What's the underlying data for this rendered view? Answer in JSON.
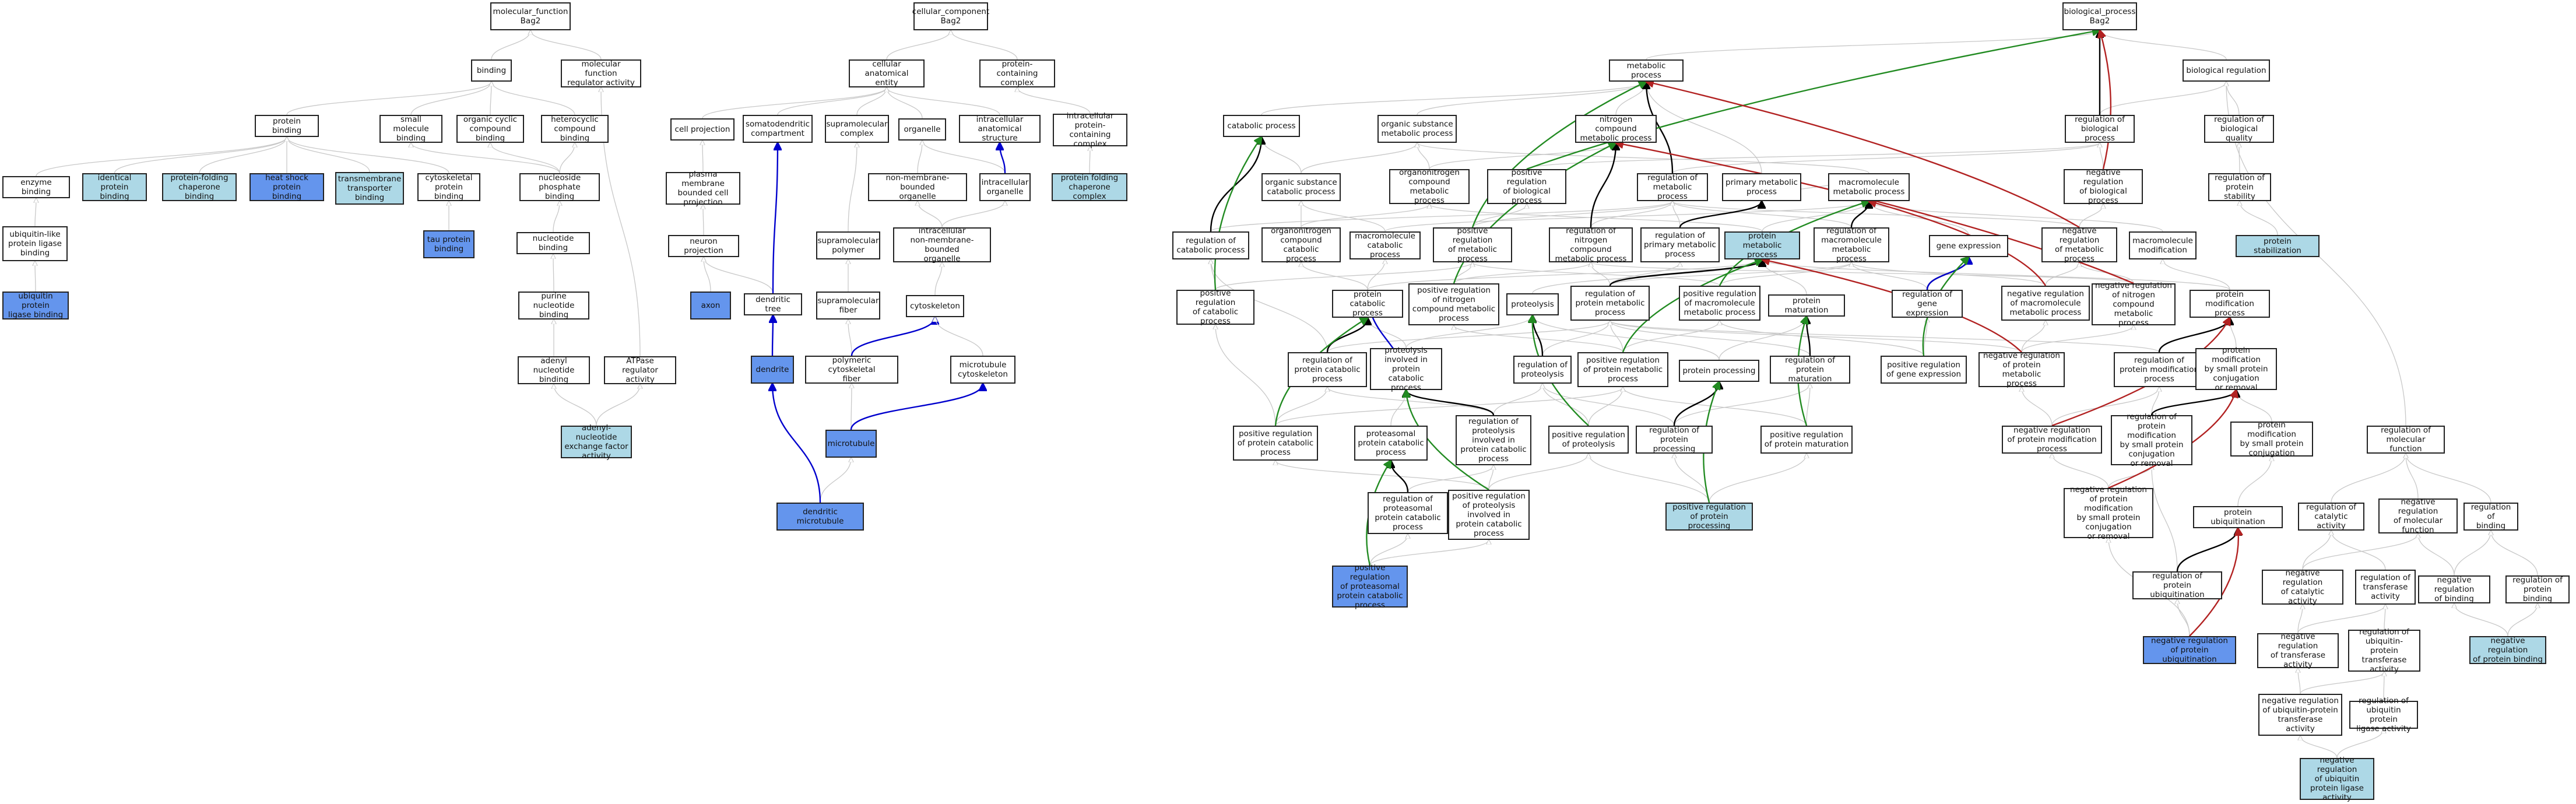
{
  "colors": {
    "light": "#add8e6",
    "blue": "#6495ed",
    "edge_gray": "#c8c8c8",
    "edge_black": "#000000",
    "edge_blue": "#0000cd",
    "edge_green": "#228b22",
    "edge_red": "#b22222"
  },
  "nodes": {
    "mf_root": "molecular_function\nBag2",
    "binding": "binding",
    "mf_reg": "molecular function\nregulator activity",
    "protein_binding": "protein binding",
    "small_mol": "small molecule\nbinding",
    "org_cyclic": "organic cyclic\ncompound binding",
    "heterocyclic": "heterocyclic\ncompound binding",
    "enzyme_binding": "enzyme binding",
    "identical": "identical protein\nbinding",
    "folding_chap": "protein-folding\nchaperone binding",
    "heat_shock": "heat shock protein\nbinding",
    "transmembrane": "transmembrane\ntransporter\nbinding",
    "cyto_prot": "cytoskeletal\nprotein binding",
    "nucleoside_p": "nucleoside phosphate\nbinding",
    "ubl": "ubiquitin-like\nprotein ligase\nbinding",
    "tau": "tau protein\nbinding",
    "nucleotide": "nucleotide binding",
    "ub_ligase": "ubiquitin protein\nligase binding",
    "purine": "purine nucleotide\nbinding",
    "adenyl": "adenyl nucleotide\nbinding",
    "atpase_reg": "ATPase regulator\nactivity",
    "adenyl_gef": "adenyl-nucleotide\nexchange factor\nactivity",
    "cc_root": "cellular_component\nBag2",
    "cae": "cellular anatomical\nentity",
    "prot_complex": "protein-containing\ncomplex",
    "cell_proj": "cell projection",
    "somatodendritic": "somatodendritic\ncompartment",
    "supramol_complex": "supramolecular\ncomplex",
    "organelle": "organelle",
    "ic_anat": "intracellular\nanatomical structure",
    "ic_prot_complex": "intracellular\nprotein-containing\ncomplex",
    "plasma_mem": "plasma membrane\nbounded cell\nprojection",
    "non_mem_org": "non-membrane-bounded\norganelle",
    "ic_organelle": "intracellular\norganelle",
    "chap_complex": "protein folding\nchaperone complex",
    "neuron_proj": "neuron projection",
    "supramol_polymer": "supramolecular\npolymer",
    "ic_non_mem": "intracellular\nnon-membrane-bounded\norganelle",
    "axon": "axon",
    "dendritic_tree": "dendritic tree",
    "supramol_fiber": "supramolecular\nfiber",
    "cytoskeleton": "cytoskeleton",
    "dendrite": "dendrite",
    "poly_cyto_fiber": "polymeric cytoskeletal\nfiber",
    "mt_cyto": "microtubule\ncytoskeleton",
    "microtubule": "microtubule",
    "dendritic_mt": "dendritic microtubule",
    "bp_root": "biological_process\nBag2",
    "metabolic": "metabolic process",
    "bio_reg": "biological regulation",
    "catabolic": "catabolic process",
    "org_sub_met": "organic substance\nmetabolic process",
    "nitrogen_met": "nitrogen compound\nmetabolic process",
    "reg_bio_proc": "regulation of\nbiological process",
    "reg_bio_quality": "regulation of\nbiological quality",
    "org_sub_cat": "organic substance\ncatabolic process",
    "organonitrogen_met": "organonitrogen\ncompound metabolic\nprocess",
    "pos_reg_bio": "positive regulation\nof biological\nprocess",
    "reg_met": "regulation of\nmetabolic process",
    "primary_met": "primary metabolic\nprocess",
    "macromol_met": "macromolecule\nmetabolic process",
    "neg_reg_bio": "negative regulation\nof biological\nprocess",
    "reg_prot_stab": "regulation of\nprotein stability",
    "reg_cat": "regulation of\ncatabolic process",
    "organonitrogen_cat": "organonitrogen\ncompound catabolic\nprocess",
    "macromol_cat": "macromolecule\ncatabolic process",
    "pos_reg_met": "positive regulation\nof metabolic\nprocess",
    "reg_n_met": "regulation of\nnitrogen compound\nmetabolic process",
    "reg_primary_met": "regulation of\nprimary metabolic\nprocess",
    "prot_met": "protein metabolic\nprocess",
    "reg_macromol_met": "regulation of\nmacromolecule\nmetabolic process",
    "gene_expr": "gene expression",
    "neg_reg_met": "negative regulation\nof metabolic\nprocess",
    "macromol_mod": "macromolecule\nmodification",
    "prot_stab": "protein stabilization",
    "pos_reg_cat": "positive regulation\nof catabolic\nprocess",
    "prot_cat": "protein catabolic\nprocess",
    "pos_reg_n_met": "positive regulation\nof nitrogen\ncompound metabolic\nprocess",
    "proteolysis": "proteolysis",
    "reg_prot_met": "regulation of\nprotein metabolic\nprocess",
    "pos_reg_macromol_met": "positive regulation\nof macromolecule\nmetabolic process",
    "prot_maturation": "protein maturation",
    "reg_gene_expr": "regulation of\ngene expression",
    "neg_reg_macromol_met": "negative regulation\nof macromolecule\nmetabolic process",
    "neg_reg_n_met": "negative regulation\nof nitrogen\ncompound metabolic\nprocess",
    "prot_mod": "protein modification\nprocess",
    "reg_prot_cat": "regulation of\nprotein catabolic\nprocess",
    "proteolysis_cat": "proteolysis\ninvolved in\nprotein catabolic\nprocess",
    "reg_proteolysis": "regulation of\nproteolysis",
    "pos_reg_prot_met": "positive regulation\nof protein metabolic\nprocess",
    "prot_processing": "protein processing",
    "reg_prot_maturation": "regulation of\nprotein maturation",
    "pos_reg_gene_expr": "positive regulation\nof gene expression",
    "neg_reg_prot_met": "negative regulation\nof protein metabolic\nprocess",
    "reg_prot_mod": "regulation of\nprotein modification\nprocess",
    "prot_mod_small": "protein modification\nby small protein\nconjugation\nor removal",
    "pos_reg_prot_cat": "positive regulation\nof protein catabolic\nprocess",
    "proteasomal_cat": "proteasomal\nprotein catabolic\nprocess",
    "reg_proteolysis_cat": "regulation of\nproteolysis\ninvolved in\nprotein catabolic\nprocess",
    "pos_reg_proteolysis": "positive regulation\nof proteolysis",
    "reg_prot_processing": "regulation of\nprotein processing",
    "pos_reg_prot_maturation": "positive regulation\nof protein maturation",
    "neg_reg_prot_mod": "negative regulation\nof protein modification\nprocess",
    "reg_prot_mod_small": "regulation of\nprotein modification\nby small protein\nconjugation\nor removal",
    "prot_mod_small_conj": "protein modification\nby small protein\nconjugation",
    "reg_mol_func": "regulation of\nmolecular function",
    "reg_proteasomal_cat": "regulation of\nproteasomal\nprotein catabolic\nprocess",
    "pos_reg_proteolysis_cat": "positive regulation\nof proteolysis\ninvolved in\nprotein catabolic\nprocess",
    "pos_reg_prot_processing": "positive regulation\nof protein processing",
    "neg_reg_prot_mod_small": "negative regulation\nof protein modification\nby small protein\nconjugation\nor removal",
    "prot_ubiq": "protein ubiquitination",
    "reg_cat_act": "regulation of\ncatalytic activity",
    "neg_reg_mol_func": "negative regulation\nof molecular\nfunction",
    "reg_binding": "regulation of\nbinding",
    "pos_reg_proteasomal": "positive regulation\nof proteasomal\nprotein catabolic\nprocess",
    "reg_prot_ubiq": "regulation of\nprotein ubiquitination",
    "neg_reg_cat_act": "negative regulation\nof catalytic\nactivity",
    "reg_transferase": "regulation of\ntransferase\nactivity",
    "neg_reg_binding": "negative regulation\nof binding",
    "reg_prot_binding": "regulation of\nprotein binding",
    "neg_reg_prot_ubiq": "negative regulation\nof protein ubiquitination",
    "neg_reg_transferase": "negative regulation\nof transferase\nactivity",
    "reg_ub_transferase": "regulation of\nubiquitin-protein\ntransferase\nactivity",
    "neg_reg_prot_binding": "negative regulation\nof protein binding",
    "neg_reg_ub_transferase": "negative regulation\nof ubiquitin-protein\ntransferase\nactivity",
    "reg_ub_ligase": "regulation of\nubiquitin protein\nligase activity",
    "neg_reg_ub_ligase": "negative regulation\nof ubiquitin\nprotein ligase\nactivity"
  }
}
